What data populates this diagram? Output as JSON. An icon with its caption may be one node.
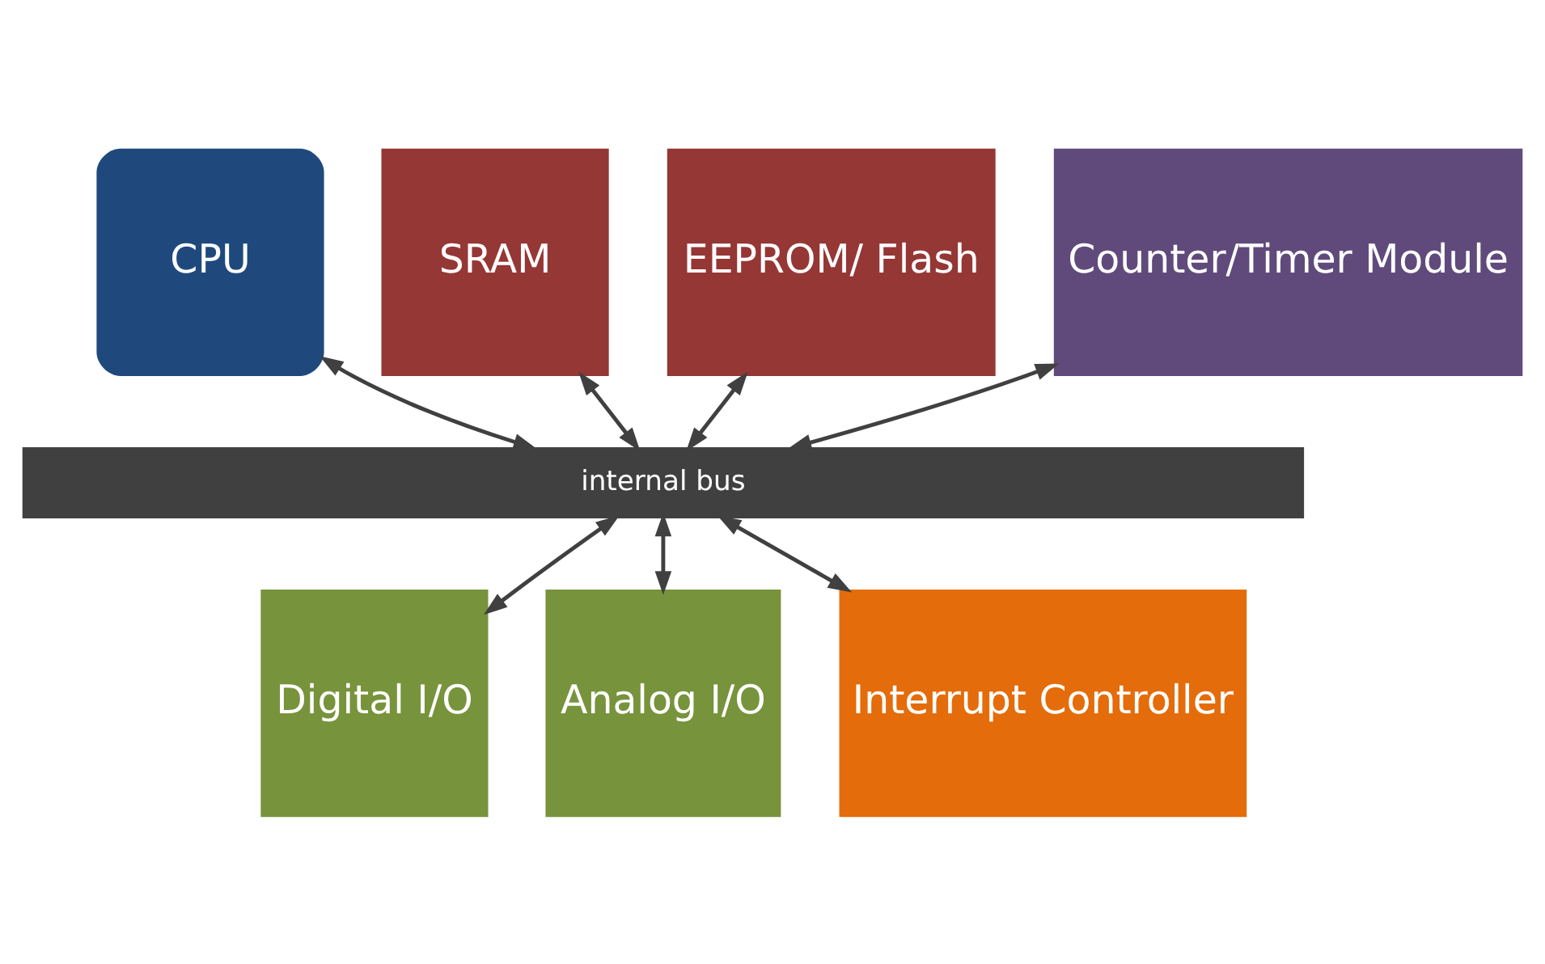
{
  "diagram": {
    "nodes": [
      {
        "text": [
          "CPU"
        ]
      },
      {
        "text": [
          "SRAM"
        ]
      },
      {
        "text": [
          "EEPROM/ Flash"
        ]
      },
      {
        "text": [
          "Counter/Timer Module"
        ]
      },
      {
        "text": [
          "internal bus"
        ]
      },
      {
        "text": [
          "Digital I/O"
        ]
      },
      {
        "text": [
          "Analog I/O"
        ]
      },
      {
        "text": [
          "Interrupt Controller"
        ]
      }
    ],
    "edges": [
      {
        "from": 0,
        "to": 4,
        "arrow": "both"
      },
      {
        "from": 1,
        "to": 4,
        "arrow": "both"
      },
      {
        "from": 2,
        "to": 4,
        "arrow": "both"
      },
      {
        "from": 3,
        "to": 4,
        "arrow": "both"
      },
      {
        "from": 4,
        "to": 5,
        "arrow": "both"
      },
      {
        "from": 4,
        "to": 6,
        "arrow": "both"
      },
      {
        "from": 4,
        "to": 7,
        "arrow": "both"
      }
    ]
  }
}
